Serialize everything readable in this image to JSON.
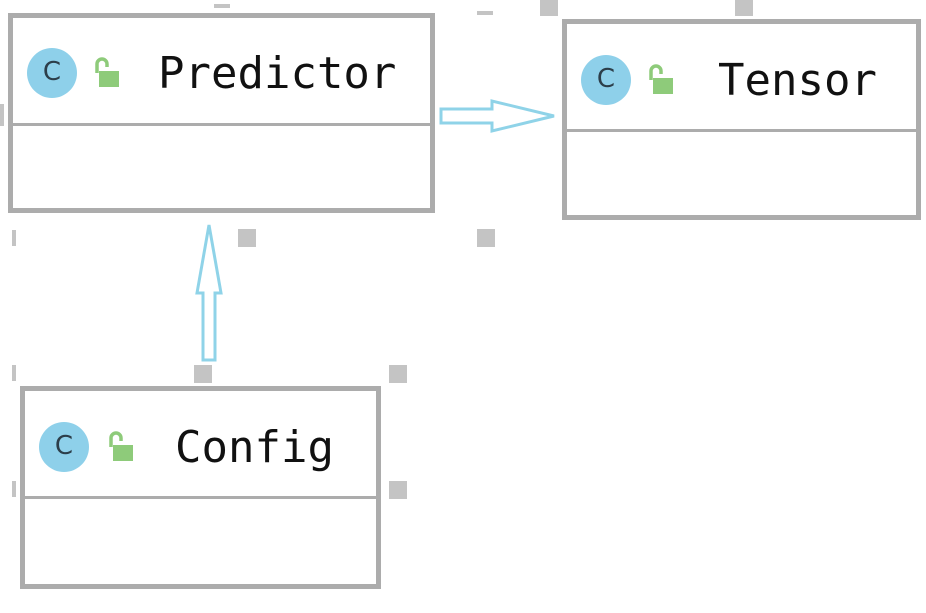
{
  "diagram": {
    "classes": [
      {
        "id": "predictor",
        "name": "Predictor",
        "kind_letter": "C",
        "visibility_icon": "unlock-icon"
      },
      {
        "id": "tensor",
        "name": "Tensor",
        "kind_letter": "C",
        "visibility_icon": "unlock-icon"
      },
      {
        "id": "config",
        "name": "Config",
        "kind_letter": "C",
        "visibility_icon": "unlock-icon"
      }
    ],
    "relations": [
      {
        "from": "Predictor",
        "to": "Tensor",
        "arrow": "hollow-triangle"
      },
      {
        "from": "Config",
        "to": "Predictor",
        "arrow": "hollow-triangle"
      }
    ],
    "colors": {
      "box_border": "#acacac",
      "class_icon_fill": "#8ed0ea",
      "lock_icon": "#8ecb7a",
      "arrow_stroke": "#8fd3e8",
      "handle": "#c4c4c4"
    }
  }
}
